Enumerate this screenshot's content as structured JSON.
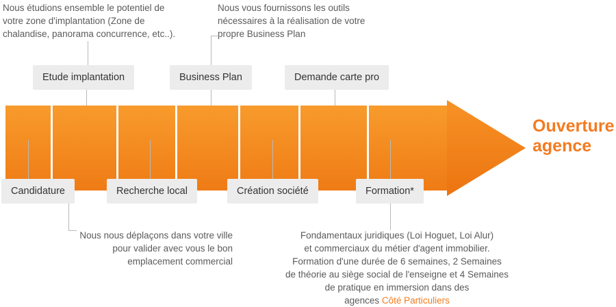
{
  "colors": {
    "accent": "#f47b20",
    "arrow_light": "#f79226",
    "arrow_dark": "#ef7d17",
    "chip_bg": "#ececec",
    "note_text": "#5a5a5a",
    "leader": "#b9b9b9"
  },
  "notes": {
    "implantation": "Nous étudions ensemble le potentiel de\nvotre zone d'implantation (Zone de\nchalandise, panorama concurrence, etc..).",
    "business_plan": "Nous vous fournissons les outils\nnécessaires à la réalisation de votre\npropre Business Plan",
    "recherche_local": "Nous nous déplaçons dans votre ville\npour valider avec vous le bon\nemplacement commercial",
    "formation_main": "Fondamentaux juridiques (Loi Hoguet, Loi Alur)\net commerciaux du métier d'agent immobilier.\nFormation d'une durée de 6 semaines, 2 Semaines\nde théorie au siège social de l'enseigne et 4 Semaines\nde pratique en immersion dans des\nagences ",
    "formation_highlight": "Côté Particuliers"
  },
  "steps_top": [
    {
      "label": "Etude implantation"
    },
    {
      "label": "Business Plan"
    },
    {
      "label": "Demande carte pro"
    }
  ],
  "steps_bottom": [
    {
      "label": "Candidature"
    },
    {
      "label": "Recherche local"
    },
    {
      "label": "Création société"
    },
    {
      "label": "Formation*"
    }
  ],
  "outcome": {
    "title": "Ouverture\nagence"
  }
}
